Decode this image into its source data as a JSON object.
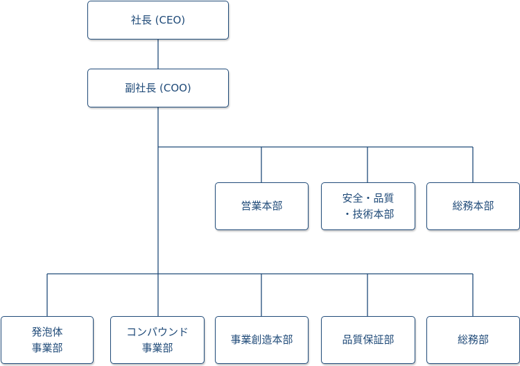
{
  "org_chart": {
    "ceo": "社長 (CEO)",
    "coo": "副社長 (COO)",
    "divisions": [
      "営業本部",
      "安全・品質\n・技術本部",
      "総務本部"
    ],
    "businesses": [
      "発泡体\n事業部",
      "コンパウンド\n事業部",
      "事業創造本部",
      "品質保証部",
      "総務部"
    ]
  },
  "colors": {
    "line": "#1f4a78",
    "text": "#1f4a78",
    "border": "#1f4a78"
  }
}
